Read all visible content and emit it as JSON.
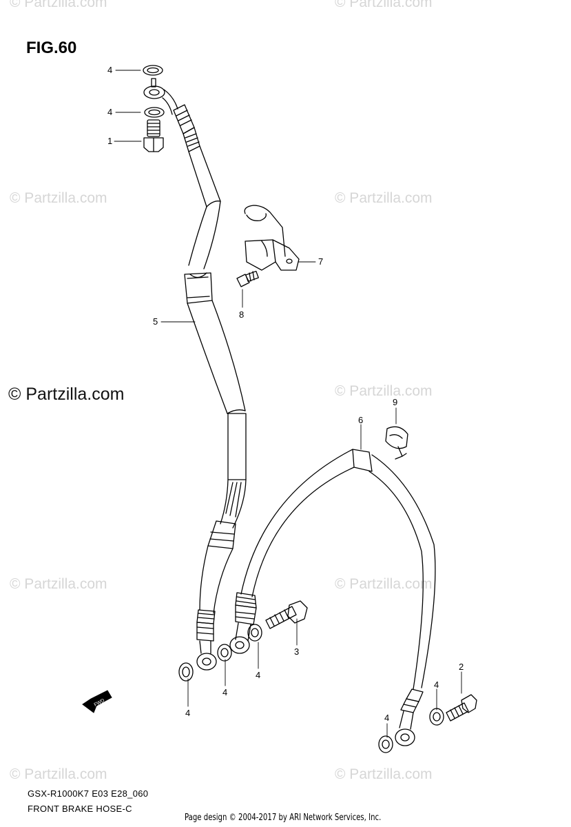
{
  "figure": {
    "title": "FIG.60"
  },
  "watermark": {
    "text": "© Partzilla.com",
    "prominent_text": "© Partzilla.com"
  },
  "callouts": {
    "c4a": "4",
    "c4b": "4",
    "c1": "1",
    "c7": "7",
    "c8": "8",
    "c5": "5",
    "c9": "9",
    "c6": "6",
    "c3": "3",
    "c4c": "4",
    "c4d": "4",
    "c4e": "4",
    "c2": "2",
    "c4f": "4",
    "c4g": "4"
  },
  "fwd_icon": {
    "label": "FWD"
  },
  "footer": {
    "model_code": "GSX-R1000K7 E03 E28_060",
    "description": "FRONT BRAKE  HOSE-C",
    "credit": "Page design © 2004-2017 by ARI Network Services, Inc."
  }
}
